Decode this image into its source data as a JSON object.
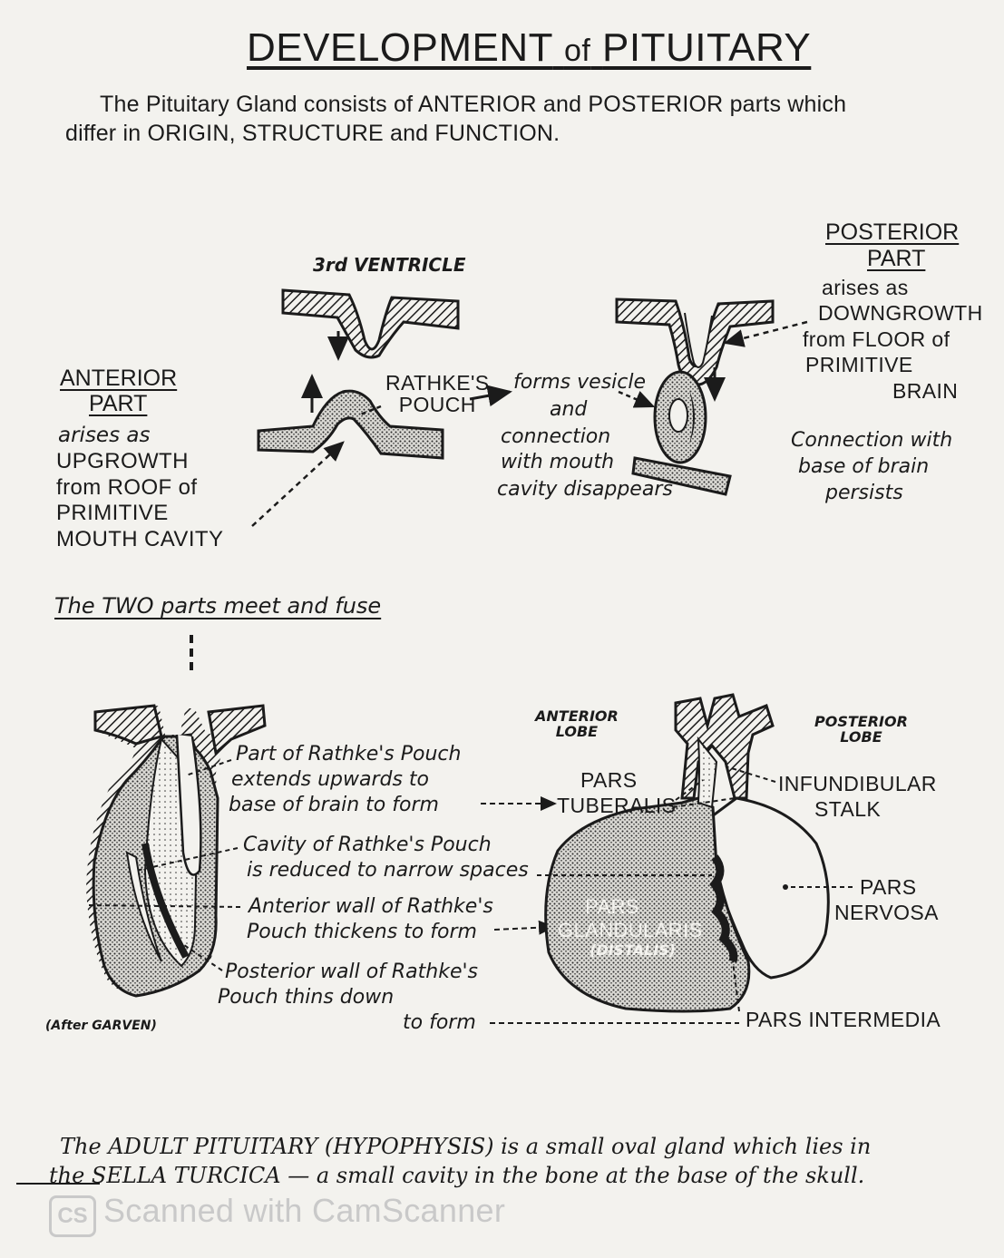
{
  "title": {
    "main": "DEVELOPMENT",
    "of": "of",
    "subject": "PITUITARY"
  },
  "intro": {
    "line1": "The Pituitary Gland consists of ANTERIOR and POSTERIOR parts which",
    "line2": "differ in ORIGIN, STRUCTURE and FUNCTION."
  },
  "top_diagram": {
    "ventricle_label": "3rd VENTRICLE",
    "rathkes_pouch": [
      "RATHKE'S",
      "POUCH"
    ],
    "forms_vesicle": [
      "forms vesicle",
      "and",
      "connection",
      "with mouth",
      "cavity disappears"
    ],
    "anterior_part": {
      "heading": [
        "ANTERIOR",
        "PART"
      ],
      "desc": [
        "arises as",
        "UPGROWTH",
        "from ROOF of",
        "PRIMITIVE",
        "MOUTH CAVITY"
      ]
    },
    "posterior_part": {
      "heading": [
        "POSTERIOR",
        "PART"
      ],
      "desc": [
        "arises as",
        "DOWNGROWTH",
        "from FLOOR of",
        "PRIMITIVE",
        "BRAIN"
      ],
      "note": [
        "Connection with",
        "base of brain",
        "persists"
      ]
    }
  },
  "meet_and_fuse": "The TWO parts meet and fuse",
  "bottom_left": {
    "labels": [
      [
        "Part of Rathke's Pouch",
        "extends upwards to",
        "base of brain to form"
      ],
      [
        "Cavity of Rathke's Pouch",
        "is reduced to narrow spaces"
      ],
      [
        "Anterior wall of Rathke's",
        "Pouch thickens to form"
      ],
      [
        "Posterior wall of Rathke's",
        "Pouch thins down",
        "to form"
      ]
    ],
    "credit": "(After GARVEN)"
  },
  "bottom_right": {
    "anterior_lobe": [
      "ANTERIOR",
      "LOBE"
    ],
    "posterior_lobe": [
      "POSTERIOR",
      "LOBE"
    ],
    "pars_tuberalis": [
      "PARS",
      "TUBERALIS"
    ],
    "infundibular_stalk": [
      "INFUNDIBULAR",
      "STALK"
    ],
    "pars_nervosa": [
      "PARS",
      "NERVOSA"
    ],
    "pars_glandularis": [
      "PARS",
      "GLANDULARIS",
      "(DISTALIS)"
    ],
    "pars_intermedia": "PARS INTERMEDIA"
  },
  "footer": {
    "line1": "The ADULT PITUITARY (HYPOPHYSIS) is a small oval gland which lies in",
    "line2": "the SELLA TURCICA — a small cavity in the bone at the base of the skull."
  },
  "watermark": {
    "badge": "CS",
    "text": "Scanned with CamScanner"
  }
}
